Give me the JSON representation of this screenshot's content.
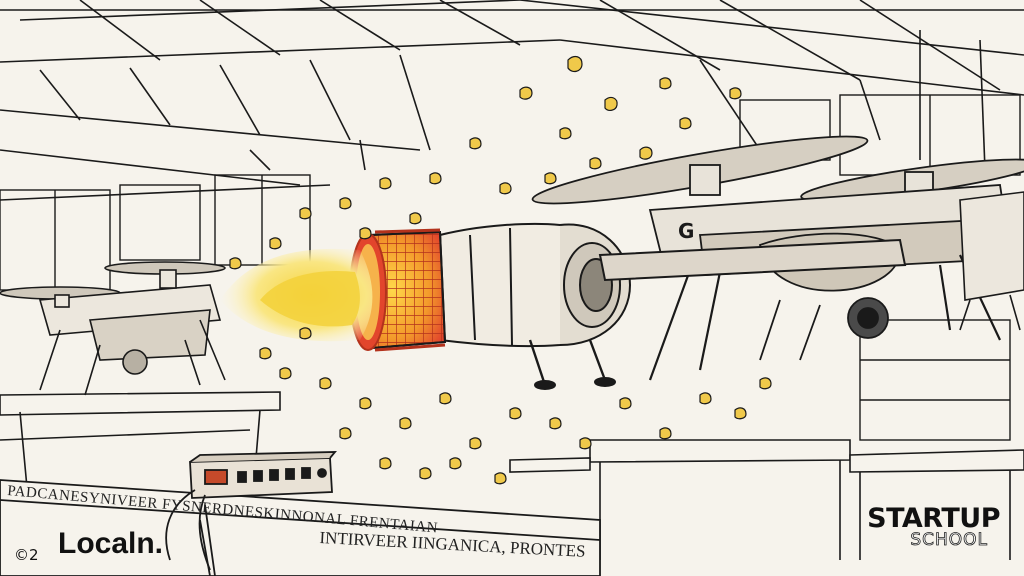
{
  "image": {
    "description_free": true,
    "palette": {
      "ink": "#1a1a1a",
      "paper": "#f6f3ec",
      "flame_core": "#f2d33c",
      "flame_glow": "#f7e58a",
      "nozzle_red": "#e2452c",
      "nozzle_orange": "#f39a2b",
      "popcorn": "#f0c94a"
    }
  },
  "text": {
    "sign_line": "PADCANESYNIVEER FYSNERDNESKINNONAL FRENTAIAN",
    "sign_line_2": "INTIRVEER IINGANICA, PRONTES",
    "sign_line_3": "",
    "brand": "Localn.",
    "corner": "©2",
    "logo_top": "STARTUP",
    "logo_bottom": "SCHOOL"
  }
}
